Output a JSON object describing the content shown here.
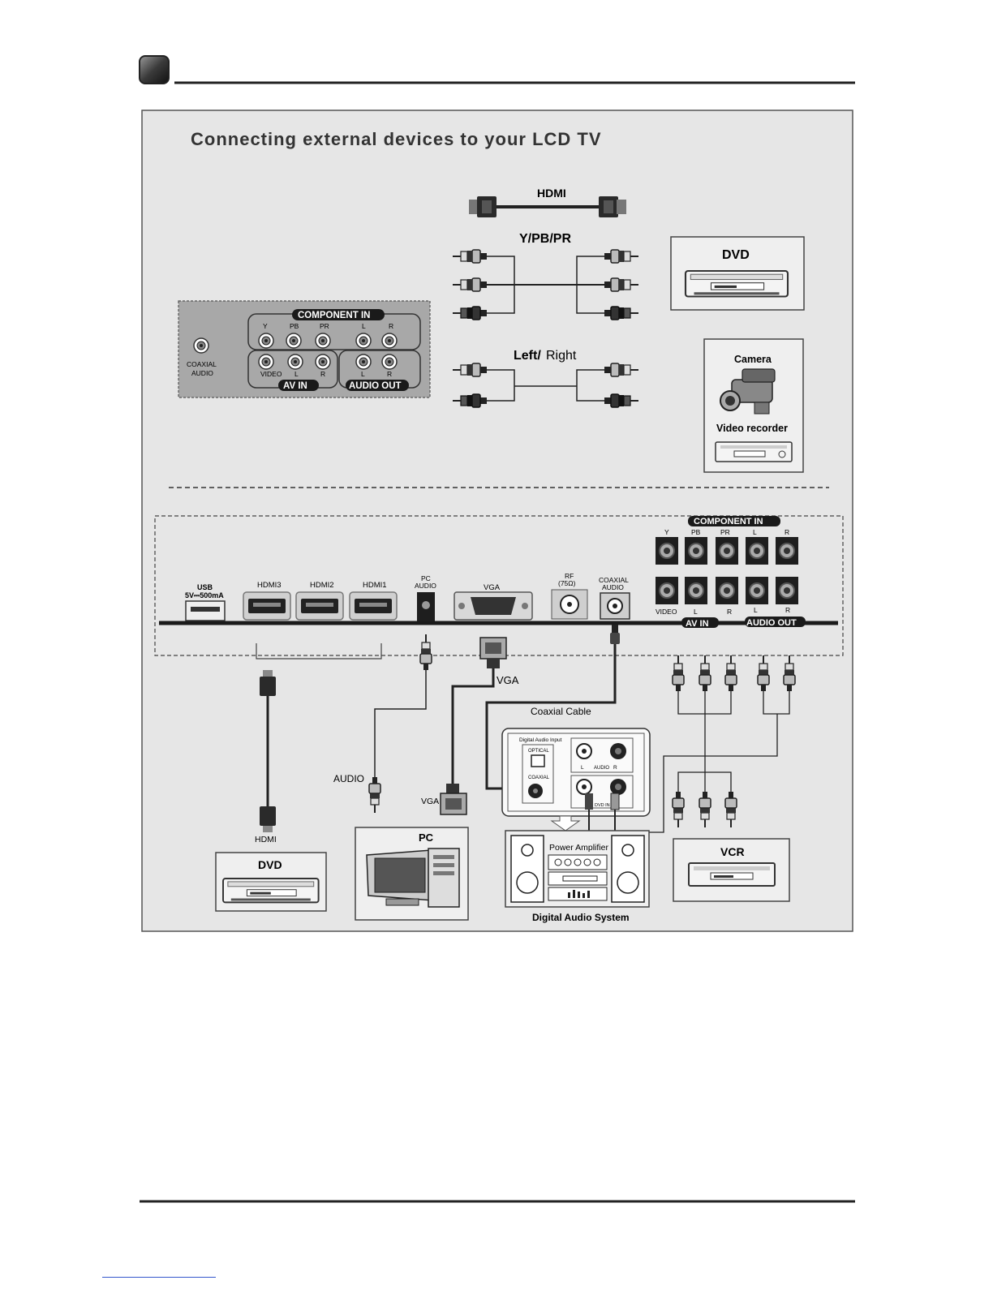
{
  "page": {
    "title": "Connecting external devices to your LCD TV"
  },
  "cables_top": {
    "hdmi": "HDMI",
    "component": "Y/PB/PR",
    "left_right_a": "Left/",
    "left_right_b": "Right"
  },
  "devices_top": {
    "dvd": "DVD",
    "camera": "Camera",
    "video_recorder": "Video recorder"
  },
  "side_panel": {
    "component_in": "COMPONENT IN",
    "jack_y": "Y",
    "jack_pb": "PB",
    "jack_pr": "PR",
    "jack_l": "L",
    "jack_r": "R",
    "coaxial_1": "COAXIAL",
    "coaxial_2": "AUDIO",
    "video": "VIDEO",
    "av_l": "L",
    "av_r": "R",
    "out_l": "L",
    "out_r": "R",
    "av_in": "AV IN",
    "audio_out": "AUDIO OUT"
  },
  "rear_panel": {
    "usb_1": "USB",
    "usb_2": "5V⎓500mA",
    "hdmi3": "HDMI3",
    "hdmi2": "HDMI2",
    "hdmi1": "HDMI1",
    "pc_audio_1": "PC",
    "pc_audio_2": "AUDIO",
    "vga": "VGA",
    "rf_1": "RF",
    "rf_2": "(75Ω)",
    "coax_1": "COAXIAL",
    "coax_2": "AUDIO",
    "component_in": "COMPONENT IN",
    "y": "Y",
    "pb": "PB",
    "pr": "PR",
    "l": "L",
    "r": "R",
    "video": "VIDEO",
    "av_l": "L",
    "av_r": "R",
    "out_l": "L",
    "out_r": "R",
    "av_in": "AV IN",
    "audio_out": "AUDIO OUT"
  },
  "cable_labels": {
    "vga": "VGA",
    "coaxial_cable": "Coaxial Cable",
    "audio": "AUDIO",
    "vga_pc": "VGA",
    "hdmi": "HDMI"
  },
  "audio_input_box": {
    "title": "Digital Audio Input",
    "optical": "OPTICAL",
    "coaxial": "COAXIAL",
    "l": "L",
    "audio": "AUDIO",
    "r": "R",
    "dvd_in": "DVD IN"
  },
  "devices_bottom": {
    "dvd": "DVD",
    "pc": "PC",
    "power_amplifier": "Power Amplifier",
    "digital_audio_system": "Digital Audio System",
    "vcr": "VCR"
  }
}
